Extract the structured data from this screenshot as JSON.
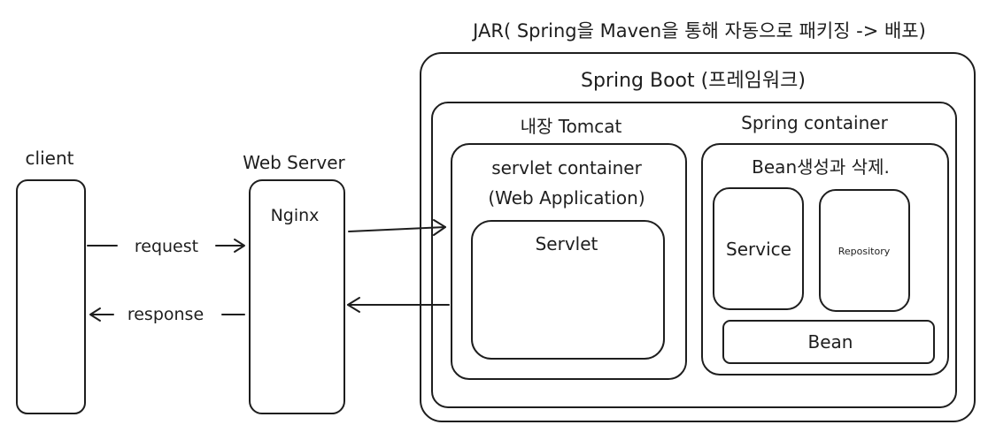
{
  "title": "JAR( Spring을 Maven을 통해 자동으로 패키징 -> 배포)",
  "nodes": {
    "client": {
      "label": "client"
    },
    "web_server": {
      "label": "Web Server",
      "inner_label": "Nginx"
    },
    "spring_boot": {
      "label": "Spring Boot (프레임워크)"
    },
    "tomcat": {
      "label": "내장 Tomcat"
    },
    "servlet_container": {
      "label_line1": "servlet container",
      "label_line2": "(Web Application)"
    },
    "servlet": {
      "label": "Servlet"
    },
    "spring_container": {
      "label": "Spring container"
    },
    "bean_lifecycle": {
      "label": "Bean생성과 삭제."
    },
    "service": {
      "label": "Service"
    },
    "repository": {
      "label": "Repository"
    },
    "bean": {
      "label": "Bean"
    }
  },
  "edges": {
    "request": {
      "label": "request",
      "from": "client",
      "to": "web_server"
    },
    "response": {
      "label": "response",
      "from": "web_server",
      "to": "client"
    },
    "to_servlet_container": {
      "from": "web_server",
      "to": "servlet_container"
    },
    "from_servlet_container": {
      "from": "servlet_container",
      "to": "web_server"
    }
  }
}
